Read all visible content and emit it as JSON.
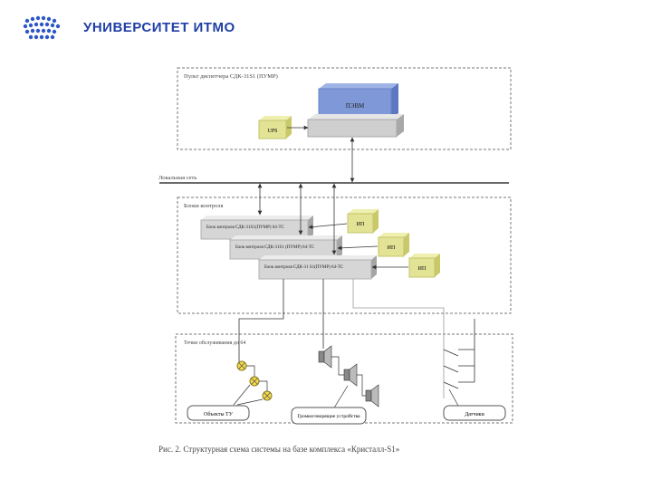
{
  "header": {
    "logo_text": "УНИВЕРСИТЕТ ИТМО",
    "brand_color": "#1f3fa6"
  },
  "diagram": {
    "top_group_label": "Пульт диспетчера СДК-31S1 (ПУМР)",
    "pc_label": "ПЭВМ",
    "ups_label": "UPS",
    "lan_label": "Локальная сеть",
    "control_group_label": "Блоки контроля",
    "blocks": [
      {
        "label": "Блок контроля СДК-31S1(ПУМР) 64-ТС"
      },
      {
        "label": "Блок контроля СДК-31S1 (ПУМР) 64-ТС"
      },
      {
        "label": "Блок контроля СДК-31 S1(ПУМР) 64-ТС"
      }
    ],
    "power_units": [
      {
        "label": "ИП"
      },
      {
        "label": "ИП"
      },
      {
        "label": "ИП"
      }
    ],
    "bottom_group_label": "Точки обслуживания до 64",
    "box_lamps": "Объекты ТУ",
    "box_speakers": "Громкоговорящие устройства",
    "box_contacts": "Датчики"
  },
  "caption": "Рис. 2. Структурная схема системы на базе комплекса «Кристалл-S1»"
}
